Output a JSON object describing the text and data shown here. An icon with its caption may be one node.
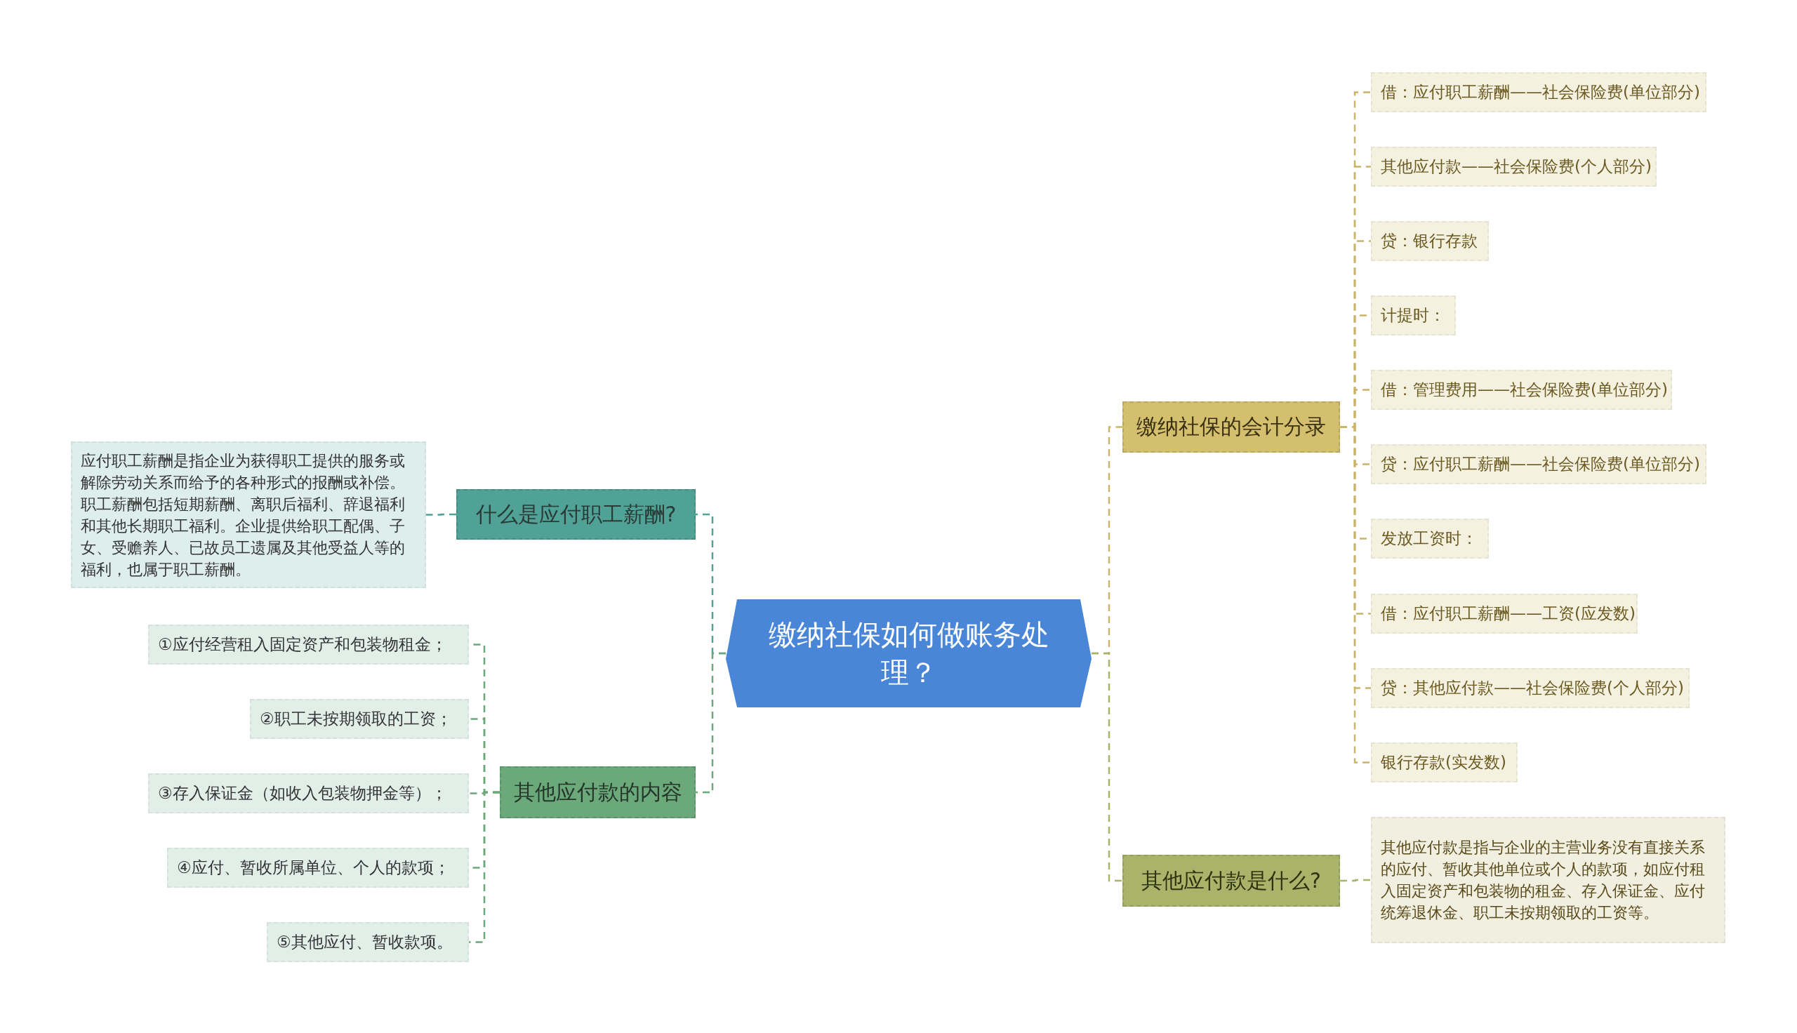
{
  "diagram": {
    "nodes": [
      {
        "text": [
          "缴纳社保如何做账务处理？"
        ]
      },
      {
        "text": [
          "什么是应付职工薪酬?"
        ]
      },
      {
        "text": [
          "应付职工薪酬是指企业为获得职工提供的服务或解除劳动关系而给予的各种形式的报酬或补偿。职工薪酬包括短期薪酬、离职后福利、辞退福利和其他长期职工福利。企业提供给职工配偶、子女、受赡养人、已故员工遗属及其他受益人等的福利，也属于职工薪酬。"
        ]
      },
      {
        "text": [
          "其他应付款的内容"
        ]
      },
      {
        "text": [
          "①应付经营租入固定资产和包装物租金；"
        ]
      },
      {
        "text": [
          "②职工未按期领取的工资；"
        ]
      },
      {
        "text": [
          "③存入保证金（如收入包装物押金等）；"
        ]
      },
      {
        "text": [
          "④应付、暂收所属单位、个人的款项；"
        ]
      },
      {
        "text": [
          "⑤其他应付、暂收款项。"
        ]
      },
      {
        "text": [
          "缴纳社保的会计分录"
        ]
      },
      {
        "text": [
          "借：应付职工薪酬——社会保险费(单位部分)"
        ]
      },
      {
        "text": [
          "其他应付款——社会保险费(个人部分)"
        ]
      },
      {
        "text": [
          "贷：银行存款"
        ]
      },
      {
        "text": [
          "计提时："
        ]
      },
      {
        "text": [
          "借：管理费用——社会保险费(单位部分)"
        ]
      },
      {
        "text": [
          "贷：应付职工薪酬——社会保险费(单位部分)"
        ]
      },
      {
        "text": [
          "发放工资时："
        ]
      },
      {
        "text": [
          "借：应付职工薪酬——工资(应发数)"
        ]
      },
      {
        "text": [
          "贷：其他应付款——社会保险费(个人部分)"
        ]
      },
      {
        "text": [
          "银行存款(实发数)"
        ]
      },
      {
        "text": [
          "其他应付款是什么?"
        ]
      },
      {
        "text": [
          "其他应付款是指与企业的主营业务没有直接关系的应付、暂收其他单位或个人的款项，如应付租入固定资产和包装物的租金、存入保证金、应付统筹退休金、职工未按期领取的工资等。"
        ]
      }
    ],
    "edges": [
      {
        "from": 0,
        "to": 1,
        "arrow": "none",
        "color": "#4fa295"
      },
      {
        "from": 0,
        "to": 3,
        "arrow": "none",
        "color": "#6ba87a"
      },
      {
        "from": 0,
        "to": 9,
        "arrow": "none"
      },
      {
        "from": 0,
        "to": 20,
        "arrow": "none",
        "color": "#a9b46a"
      },
      {
        "from": 1,
        "to": 2,
        "arrow": "none",
        "color": "#4fa295"
      },
      {
        "from": 3,
        "to": 4,
        "arrow": "none",
        "color": "#6ba87a"
      },
      {
        "from": 3,
        "to": 5,
        "arrow": "none",
        "color": "#6ba87a"
      },
      {
        "from": 3,
        "to": 6,
        "arrow": "none",
        "color": "#6ba87a"
      },
      {
        "from": 3,
        "to": 7,
        "arrow": "none",
        "color": "#6ba87a"
      },
      {
        "from": 3,
        "to": 8,
        "arrow": "none",
        "color": "#6ba87a"
      },
      {
        "from": 9,
        "to": 10,
        "arrow": "none"
      },
      {
        "from": 9,
        "to": 11,
        "arrow": "none"
      },
      {
        "from": 9,
        "to": 12,
        "arrow": "none"
      },
      {
        "from": 9,
        "to": 13,
        "arrow": "none"
      },
      {
        "from": 9,
        "to": 14,
        "arrow": "none"
      },
      {
        "from": 9,
        "to": 15,
        "arrow": "none"
      },
      {
        "from": 9,
        "to": 16,
        "arrow": "none"
      },
      {
        "from": 9,
        "to": 17,
        "arrow": "none"
      },
      {
        "from": 9,
        "to": 18,
        "arrow": "none"
      },
      {
        "from": 9,
        "to": 19,
        "arrow": "none"
      },
      {
        "from": 20,
        "to": 21,
        "arrow": "none",
        "color": "#a9b46a"
      }
    ]
  }
}
